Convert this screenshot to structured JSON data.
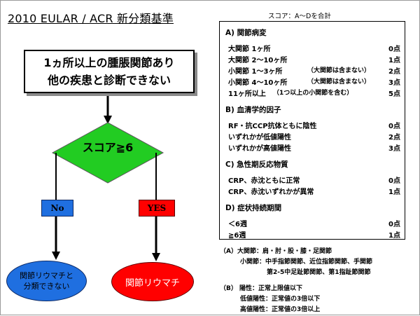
{
  "title": "2010 EULAR / ACR  新分類基準",
  "score_note": "スコア：A～Dを合計",
  "flow": {
    "start_box": {
      "line1": "1ヵ所以上の腫脹関節あり",
      "line2": "他の疾患と診断できない"
    },
    "decision": "スコア≧6",
    "no_label": "No",
    "yes_label": "YES",
    "no_result": {
      "line1": "関節リウマチと",
      "line2": "分類できない"
    },
    "yes_result": "関節リウマチ"
  },
  "sections": [
    {
      "heading": "A)  関節病変",
      "rows": [
        {
          "label": "大関節 1ヶ所",
          "note": "",
          "points": "0点"
        },
        {
          "label": "大関節 2～10ヶ所",
          "note": "",
          "points": "1点"
        },
        {
          "label": "小関節 1～3ヶ所",
          "note": "（大関節は含まない）",
          "points": "2点"
        },
        {
          "label": "小関節 4～10ヶ所",
          "note": "（大関節は含まない）",
          "points": "3点"
        },
        {
          "label": "11ヶ所以上",
          "note": "（1つ以上の小関節を含む）",
          "points": "5点"
        }
      ]
    },
    {
      "heading": "B)  血清学的因子",
      "rows": [
        {
          "label": "RF・抗CCP抗体ともに陰性",
          "note": "",
          "points": "0点"
        },
        {
          "label": "いずれかが低値陽性",
          "note": "",
          "points": "2点"
        },
        {
          "label": "いずれかが高値陽性",
          "note": "",
          "points": "3点"
        }
      ]
    },
    {
      "heading": "C)  急性期反応物質",
      "rows": [
        {
          "label": "CRP、赤沈ともに正常",
          "note": "",
          "points": "0点"
        },
        {
          "label": "CRP、赤沈いずれかが異常",
          "note": "",
          "points": "1点"
        }
      ]
    },
    {
      "heading": "D)  症状持続期間",
      "rows": [
        {
          "label": "＜6週",
          "note": "",
          "points": "0点"
        },
        {
          "label": "≧6週",
          "note": "",
          "points": "1点"
        }
      ]
    }
  ],
  "footnotes": {
    "a": [
      "（A）大関節：肩・肘・股・膝・足関節",
      "小関節：中手指節関節、近位指節関節、手関節",
      "第2-5中足趾節関節、第1指趾節関節"
    ],
    "b": [
      "（B） 陽性：正常上限値以下",
      "低値陽性：正常値の3倍以下",
      "高値陽性：正常値の3倍以上"
    ]
  },
  "colors": {
    "diamond": "#22cc22",
    "no": "#1f6fe0",
    "yes": "#ff0000",
    "border": "#000000"
  }
}
